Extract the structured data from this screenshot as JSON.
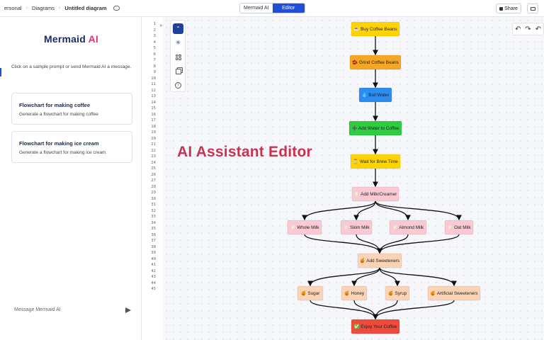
{
  "topbar": {
    "crumb_personal": "ersonal",
    "crumb_sep_1": "›",
    "crumb_diagrams": "Diagrams",
    "crumb_sep_2": "›",
    "crumb_title": "Untitled diagram",
    "tabs": [
      {
        "label": "Mermaid AI",
        "active": false
      },
      {
        "label": "Editor",
        "active": true
      }
    ],
    "share_label": "Share"
  },
  "left_panel": {
    "logo_main": "Mermaid",
    "logo_ai": "AI",
    "hint": "Click on a sample prompt or send Mermaid AI a message.",
    "prompts": [
      {
        "title": "Flowchart for making coffee",
        "subtitle": "Generate a flowchart for making coffee"
      },
      {
        "title": "Flowchart for making ice cream",
        "subtitle": "Generate a flowchart for making ice cream"
      }
    ],
    "message_placeholder": "Message Mermaid AI"
  },
  "editor": {
    "line_numbers": [
      "1",
      "2",
      "3",
      "4",
      "5",
      "6",
      "7",
      "8",
      "9",
      "10",
      "11",
      "12",
      "13",
      "14",
      "15",
      "16",
      "17",
      "18",
      "19",
      "20",
      "21",
      "22",
      "23",
      "24",
      "25",
      "26",
      "27",
      "28",
      "29",
      "30",
      "31",
      "32",
      "33",
      "34",
      "35",
      "36",
      "37",
      "38",
      "39",
      "40",
      "41",
      "42",
      "43",
      "44",
      "45"
    ],
    "collapse_icon": "»"
  },
  "canvas": {
    "overlay_text": "AI Assistant Editor",
    "undo_icon": "↶",
    "redo_icon": "↷",
    "more_icon": "↶"
  },
  "colors": {
    "accent": "#1f4fd8",
    "overlay": "#c8344f",
    "yellow": "#ffd400",
    "orange": "#f5a623",
    "blue": "#2d8cf0",
    "green": "#2ecc40",
    "pink": "#f9c9d4",
    "peach": "#fbd3b6",
    "red": "#f04a3a"
  },
  "flow": {
    "nodes": [
      {
        "id": "buy",
        "label": "☕ Buy Coffee Beans",
        "color": "yellow"
      },
      {
        "id": "grind",
        "label": "🫘 Grind Coffee Beans",
        "color": "orange"
      },
      {
        "id": "boil",
        "label": "💧 Boil Water",
        "color": "blue"
      },
      {
        "id": "add_water",
        "label": "➕ Add Water to Coffee",
        "color": "green"
      },
      {
        "id": "wait",
        "label": "⏳ Wait for Brew Time",
        "color": "yellow"
      },
      {
        "id": "milk",
        "label": "🥛 Add Milk/Creamer",
        "color": "pink"
      },
      {
        "id": "whole",
        "label": "🥛 Whole Milk",
        "color": "pink"
      },
      {
        "id": "skim",
        "label": "🥛 Skim Milk",
        "color": "pink"
      },
      {
        "id": "almond",
        "label": "🥛 Almond Milk",
        "color": "pink"
      },
      {
        "id": "oat",
        "label": "🥛 Oat Milk",
        "color": "pink"
      },
      {
        "id": "sweet",
        "label": "🍯 Add Sweeteners",
        "color": "peach"
      },
      {
        "id": "sugar",
        "label": "🍯 Sugar",
        "color": "peach"
      },
      {
        "id": "honey",
        "label": "🍯 Honey",
        "color": "peach"
      },
      {
        "id": "syrup",
        "label": "🍯 Syrup",
        "color": "peach"
      },
      {
        "id": "artificial",
        "label": "🍯 Artificial Sweeteners",
        "color": "peach"
      },
      {
        "id": "enjoy",
        "label": "✅ Enjoy Your Coffee",
        "color": "red"
      }
    ],
    "edges": [
      [
        "buy",
        "grind"
      ],
      [
        "grind",
        "boil"
      ],
      [
        "boil",
        "add_water"
      ],
      [
        "add_water",
        "wait"
      ],
      [
        "wait",
        "milk"
      ],
      [
        "milk",
        "whole"
      ],
      [
        "milk",
        "skim"
      ],
      [
        "milk",
        "almond"
      ],
      [
        "milk",
        "oat"
      ],
      [
        "whole",
        "sweet"
      ],
      [
        "skim",
        "sweet"
      ],
      [
        "almond",
        "sweet"
      ],
      [
        "oat",
        "sweet"
      ],
      [
        "sweet",
        "sugar"
      ],
      [
        "sweet",
        "honey"
      ],
      [
        "sweet",
        "syrup"
      ],
      [
        "sweet",
        "artificial"
      ],
      [
        "sugar",
        "enjoy"
      ],
      [
        "honey",
        "enjoy"
      ],
      [
        "syrup",
        "enjoy"
      ],
      [
        "artificial",
        "enjoy"
      ]
    ]
  }
}
